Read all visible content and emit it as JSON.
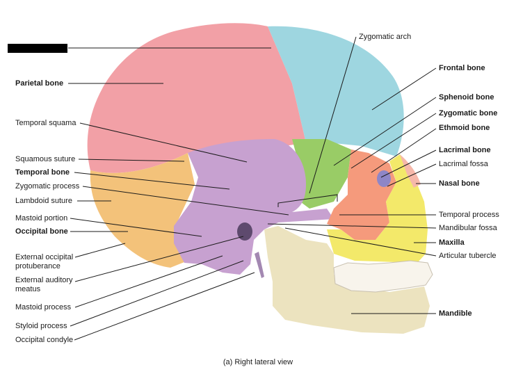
{
  "labels": {
    "parietal_bone": "Parietal bone",
    "temporal_squama": "Temporal squama",
    "squamous_suture": "Squamous suture",
    "temporal_bone": "Temporal bone",
    "zygomatic_process": "Zygomatic process",
    "lambdoid_suture": "Lambdoid suture",
    "mastoid_portion": "Mastoid portion",
    "occipital_bone": "Occipital bone",
    "external_occipital_protuberance_1": "External occipital",
    "external_occipital_protuberance_2": "protuberance",
    "external_auditory_meatus_1": "External auditory",
    "external_auditory_meatus_2": "meatus",
    "mastoid_process": "Mastoid process",
    "styloid_process": "Styloid process",
    "occipital_condyle": "Occipital condyle",
    "zygomatic_arch": "Zygomatic arch",
    "frontal_bone": "Frontal bone",
    "sphenoid_bone": "Sphenoid bone",
    "zygomatic_bone": "Zygomatic bone",
    "ethmoid_bone": "Ethmoid bone",
    "lacrimal_bone": "Lacrimal bone",
    "lacrimal_fossa": "Lacrimal fossa",
    "nasal_bone": "Nasal bone",
    "temporal_process": "Temporal process",
    "mandibular_fossa": "Mandibular fossa",
    "maxilla": "Maxilla",
    "articular_tubercle": "Articular tubercle",
    "mandible": "Mandible"
  },
  "caption": "(a) Right lateral view",
  "colors": {
    "parietal": "#f2a0a6",
    "frontal": "#9ed6e0",
    "temporal": "#c7a1d0",
    "occipital": "#f3c27a",
    "sphenoid": "#99cc66",
    "zygomatic": "#f59a7c",
    "maxilla": "#f3e96a",
    "mandible": "#ece3bf",
    "nasal": "#f6b8aa"
  }
}
